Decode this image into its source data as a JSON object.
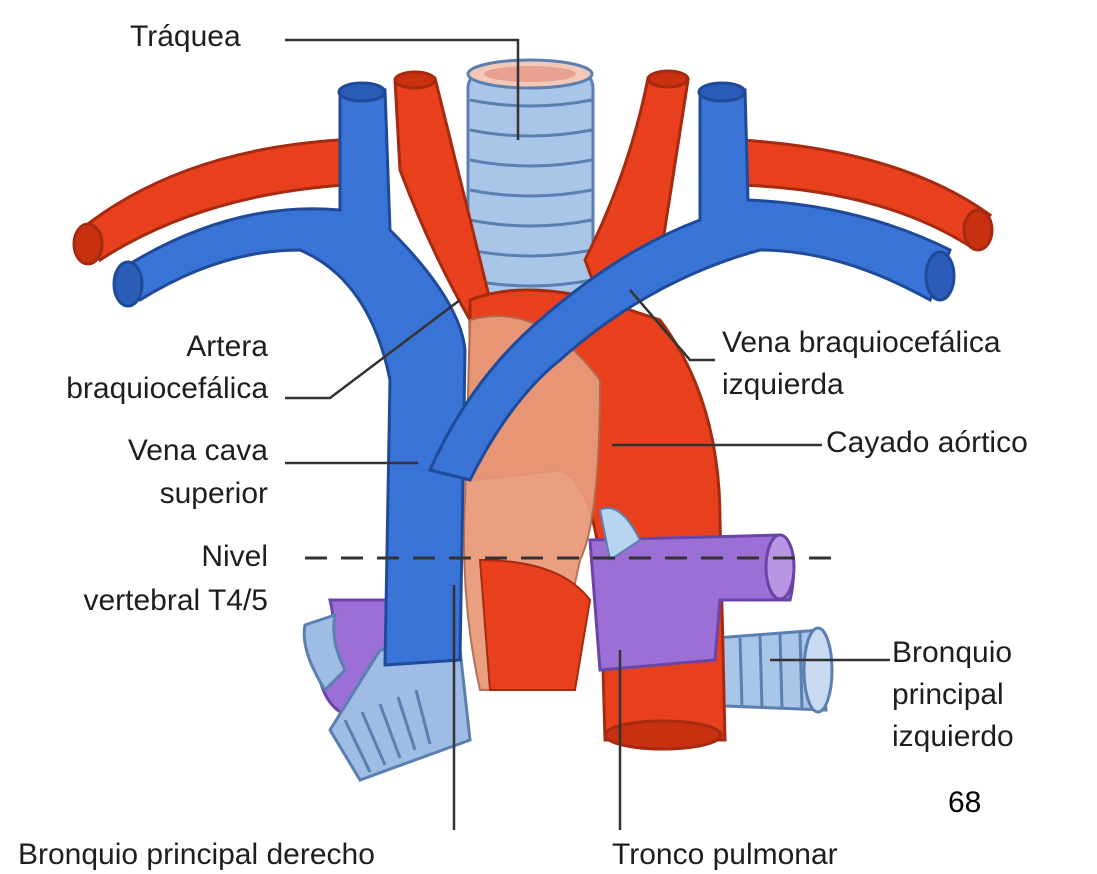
{
  "labels": {
    "traquea": "Tráquea",
    "artera_line1": "Artera",
    "artera_line2": "braquiocefálica",
    "vena_cava_line1": "Vena cava",
    "vena_cava_line2": "superior",
    "nivel_line1": "Nivel",
    "nivel_line2": "vertebral T4/5",
    "vena_braq_line1": "Vena braquiocefálica",
    "vena_braq_line2": "izquierda",
    "cayado": "Cayado aórtico",
    "bronquio_izq_line1": "Bronquio",
    "bronquio_izq_line2": "principal",
    "bronquio_izq_line3": "izquierdo",
    "bronquio_der": "Bronquio principal derecho",
    "tronco": "Tronco pulmonar"
  },
  "page_number": "68",
  "colors": {
    "artery": "#e8401c",
    "vein": "#3a73d6",
    "pulmonary": "#9b6fd6",
    "trachea": "#a9c6e8",
    "pericardium": "#e89a7a",
    "leader": "#333333"
  }
}
